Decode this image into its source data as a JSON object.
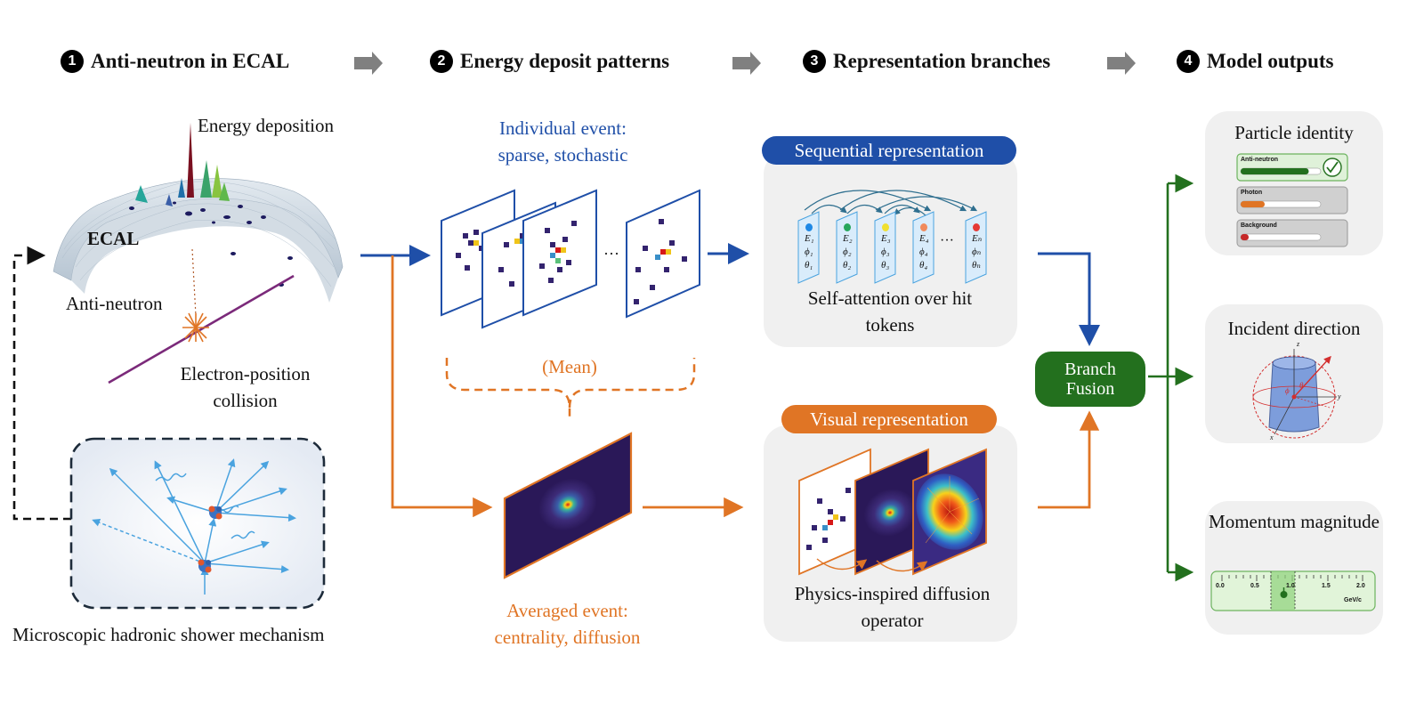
{
  "steps": [
    {
      "num": "1",
      "label": "Anti-neutron in ECAL"
    },
    {
      "num": "2",
      "label": "Energy deposit patterns"
    },
    {
      "num": "3",
      "label": "Representation branches"
    },
    {
      "num": "4",
      "label": "Model outputs"
    }
  ],
  "stage1": {
    "energy_deposition": "Energy deposition",
    "ecal": "ECAL",
    "anti_neutron": "Anti-neutron",
    "collision": "Electron-position collision",
    "shower_caption": "Microscopic hadronic shower mechanism"
  },
  "stage2": {
    "individual_event": "Individual event: sparse, stochastic",
    "mean": "(Mean)",
    "ellipsis": "···",
    "averaged_event": "Averaged event: centrality, diffusion"
  },
  "stage3": {
    "sequential_title": "Sequential representation",
    "sequential_caption": "Self-attention over hit tokens",
    "tokens": [
      {
        "e": "E₁",
        "phi": "ϕ₁",
        "theta": "θ₁",
        "color": "#1e88e5"
      },
      {
        "e": "E₂",
        "phi": "ϕ₂",
        "theta": "θ₂",
        "color": "#26a65b"
      },
      {
        "e": "E₃",
        "phi": "ϕ₃",
        "theta": "θ₃",
        "color": "#f0e030"
      },
      {
        "e": "E₄",
        "phi": "ϕ₄",
        "theta": "θ₄",
        "color": "#f08a5d"
      },
      {
        "e": "Eₙ",
        "phi": "ϕₙ",
        "theta": "θₙ",
        "color": "#e53935"
      }
    ],
    "token_ellipsis": "···",
    "visual_title": "Visual representation",
    "visual_caption": "Physics-inspired diffusion operator",
    "fusion": "Branch Fusion"
  },
  "stage4": {
    "particle_identity": {
      "title": "Particle identity",
      "classes": [
        {
          "label": "Anti-neutron",
          "fill": 0.85,
          "color": "#23701e",
          "selected": true
        },
        {
          "label": "Photon",
          "fill": 0.3,
          "color": "#e07525",
          "selected": false
        },
        {
          "label": "Background",
          "fill": 0.1,
          "color": "#c62828",
          "selected": false
        }
      ]
    },
    "incident_direction": {
      "title": "Incident direction",
      "axes": [
        "z",
        "y",
        "x"
      ],
      "angles": [
        "θ",
        "ϕ"
      ]
    },
    "momentum": {
      "title": "Momentum magnitude",
      "ticks": [
        "0.0",
        "0.5",
        "1.0",
        "1.5",
        "2.0"
      ],
      "unit": "GeV/c",
      "value": 0.88
    }
  },
  "colors": {
    "blue": "#1f4fa8",
    "orange": "#e07525",
    "green": "#23701e",
    "grey_arrow": "#808080"
  }
}
